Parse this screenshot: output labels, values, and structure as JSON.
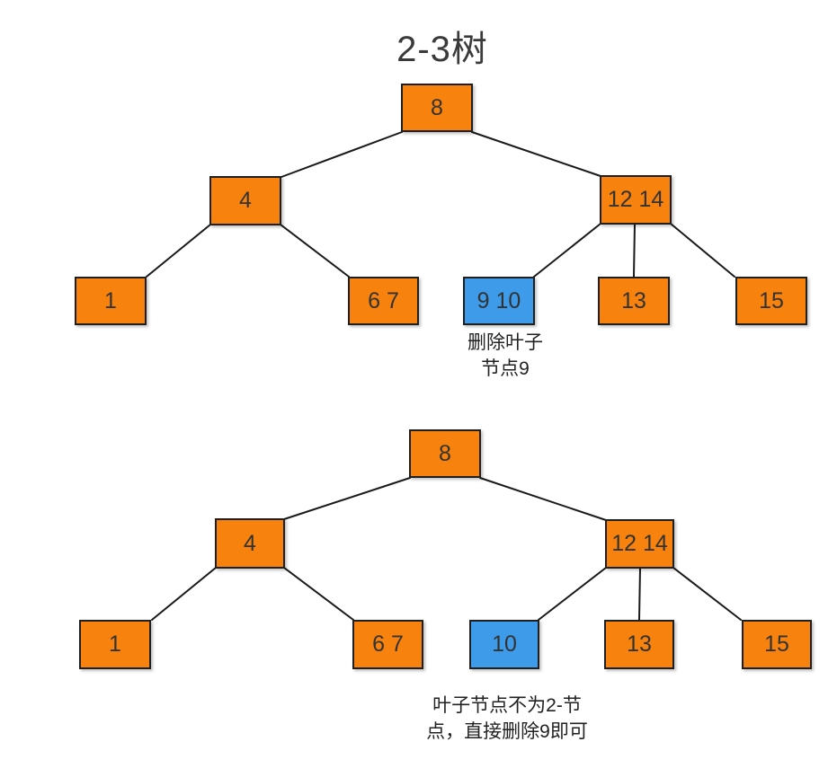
{
  "title": "2-3树",
  "colors": {
    "node_orange": "#F7820D",
    "node_blue": "#3D9BE9",
    "edge": "#1A1A1A",
    "text": "#333333"
  },
  "tree1": {
    "name": "before-deletion",
    "nodes": [
      {
        "id": "root",
        "label": "8",
        "color": "orange"
      },
      {
        "id": "left-child",
        "label": "4",
        "color": "orange"
      },
      {
        "id": "right-child",
        "label": "12 14",
        "color": "orange"
      },
      {
        "id": "leaf-1",
        "label": "1",
        "color": "orange"
      },
      {
        "id": "leaf-6-7",
        "label": "6 7",
        "color": "orange"
      },
      {
        "id": "leaf-9-10",
        "label": "9 10",
        "color": "blue"
      },
      {
        "id": "leaf-13",
        "label": "13",
        "color": "orange"
      },
      {
        "id": "leaf-15",
        "label": "15",
        "color": "orange"
      }
    ],
    "annotation": "删除叶子\n节点9"
  },
  "tree2": {
    "name": "after-deletion",
    "nodes": [
      {
        "id": "root",
        "label": "8",
        "color": "orange"
      },
      {
        "id": "left-child",
        "label": "4",
        "color": "orange"
      },
      {
        "id": "right-child",
        "label": "12 14",
        "color": "orange"
      },
      {
        "id": "leaf-1",
        "label": "1",
        "color": "orange"
      },
      {
        "id": "leaf-6-7",
        "label": "6 7",
        "color": "orange"
      },
      {
        "id": "leaf-10",
        "label": "10",
        "color": "blue"
      },
      {
        "id": "leaf-13",
        "label": "13",
        "color": "orange"
      },
      {
        "id": "leaf-15",
        "label": "15",
        "color": "orange"
      }
    ],
    "annotation": "叶子节点不为2-节\n点，直接删除9即可"
  }
}
